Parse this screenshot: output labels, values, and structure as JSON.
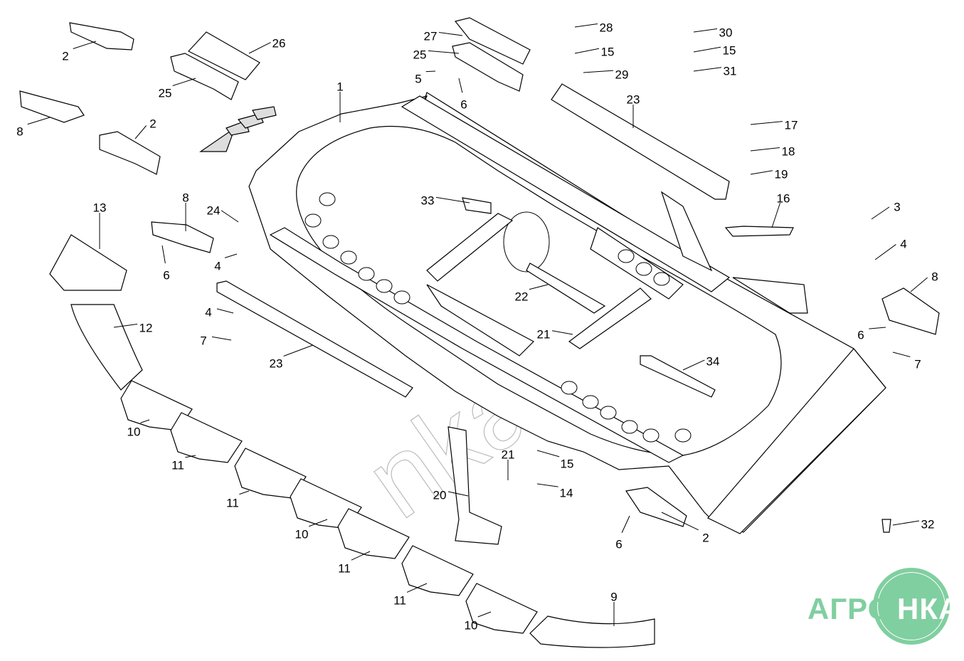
{
  "diagram": {
    "type": "exploded parts diagram",
    "watermark": "nkarol",
    "logo": {
      "left_text": "АГРО",
      "right_text": "НКА",
      "color": "#80cfa0"
    },
    "callouts": [
      "2",
      "26",
      "25",
      "8",
      "2",
      "1",
      "27",
      "25",
      "5",
      "6",
      "28",
      "15",
      "29",
      "30",
      "15",
      "31",
      "23",
      "17",
      "18",
      "19",
      "16",
      "3",
      "4",
      "8",
      "6",
      "7",
      "13",
      "24",
      "8",
      "4",
      "6",
      "4",
      "7",
      "12",
      "23",
      "33",
      "22",
      "21",
      "34",
      "10",
      "11",
      "11",
      "10",
      "11",
      "11",
      "10",
      "9",
      "21",
      "20",
      "15",
      "14",
      "2",
      "6",
      "32"
    ]
  }
}
